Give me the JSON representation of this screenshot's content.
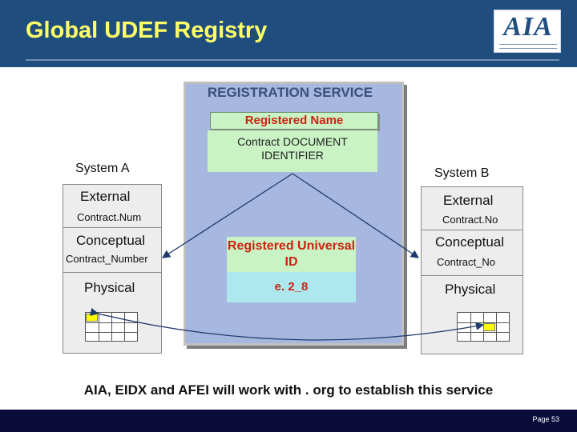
{
  "header": {
    "title": "Global UDEF Registry",
    "logo_text": "AIA"
  },
  "service": {
    "title": "REGISTRATION SERVICE",
    "registered_name": "Registered Name",
    "doc_identifier": "Contract DOCUMENT IDENTIFIER",
    "universal_id": "Registered Universal ID",
    "universal_id_value": "e. 2_8"
  },
  "system_a": {
    "label": "System A",
    "external": "External",
    "external_value": "Contract.Num",
    "conceptual": "Conceptual",
    "conceptual_value": "Contract_Number",
    "physical": "Physical"
  },
  "system_b": {
    "label": "System B",
    "external": "External",
    "external_value": "Contract.No",
    "conceptual": "Conceptual",
    "conceptual_value": "Contract_No",
    "physical": "Physical"
  },
  "footnote": "AIA, EIDX and AFEI will work with . org to establish this service",
  "footer": {
    "page": "Page 53"
  },
  "colors": {
    "background": "#1f4e7e",
    "title": "#ffff66",
    "service_box": "#a6b8df",
    "green_box": "#c9f3c4",
    "cyan_box": "#aee8ef",
    "red_text": "#cc2211",
    "highlight": "#ffff00"
  }
}
